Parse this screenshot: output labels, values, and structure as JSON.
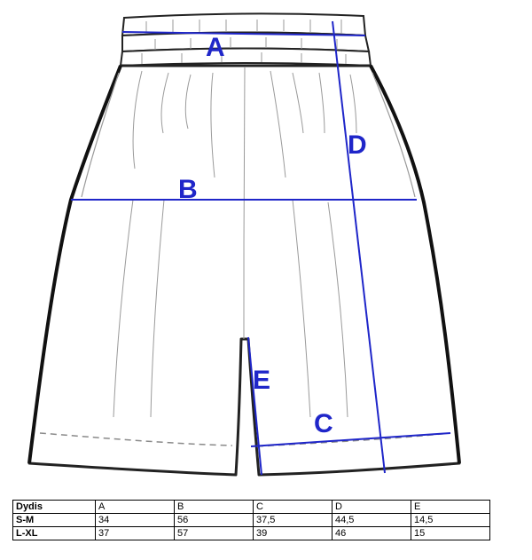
{
  "diagram": {
    "labels": {
      "A": "A",
      "B": "B",
      "C": "C",
      "D": "D",
      "E": "E"
    },
    "colors": {
      "outline": "#222222",
      "detail": "#9a9a9a",
      "measure": "#1f26c9",
      "dash": "#8a8a8a"
    }
  },
  "size_table": {
    "headers": [
      "Dydis",
      "A",
      "B",
      "C",
      "D",
      "E"
    ],
    "rows": [
      [
        "S-M",
        "34",
        "56",
        "37,5",
        "44,5",
        "14,5"
      ],
      [
        "L-XL",
        "37",
        "57",
        "39",
        "46",
        "15"
      ]
    ]
  }
}
